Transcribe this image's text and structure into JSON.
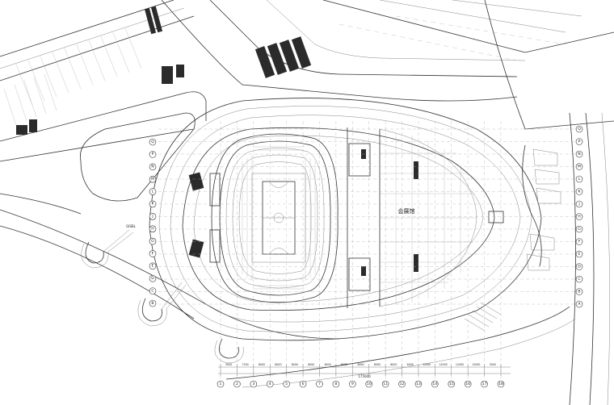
{
  "drawing": {
    "hall_label": "会展馆",
    "west_label": "GISBL",
    "right_axes": [
      "Q",
      "P",
      "N",
      "M",
      "L",
      "K",
      "J",
      "H",
      "G",
      "F",
      "E",
      "D",
      "C",
      "B",
      "A"
    ],
    "left_axes": [
      "Q",
      "P",
      "N",
      "M",
      "L",
      "K",
      "J",
      "H",
      "G",
      "F",
      "E",
      "D",
      "C",
      "B"
    ],
    "bottom_axes": [
      "1",
      "2",
      "3",
      "4",
      "5",
      "6",
      "7",
      "8",
      "9",
      "10",
      "11",
      "12",
      "13",
      "14",
      "15",
      "16",
      "17",
      "18"
    ],
    "dims_top": [
      "3000",
      "7200",
      "8000",
      "8000",
      "8000",
      "8000",
      "8000",
      "8000",
      "8000",
      "8000",
      "8000",
      "8000",
      "12000",
      "12000",
      "12000",
      "12000",
      "3000"
    ],
    "dims_total": "175000",
    "colors": {
      "line": "#333333",
      "background": "#ffffff"
    }
  }
}
